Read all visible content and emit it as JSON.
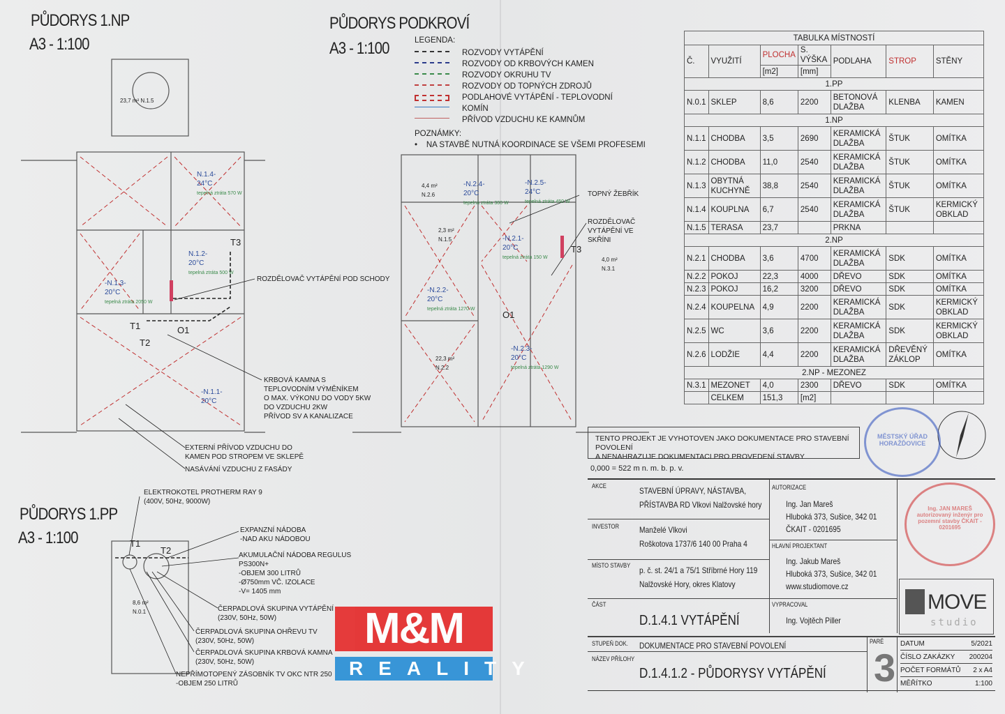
{
  "plans": {
    "np1": {
      "title": "PŮDORYS 1.NP",
      "scale": "A3 - 1:100",
      "rooms": [
        {
          "id": "N.1.4-",
          "temp": "24°C",
          "loss": "tepelná ztráta 570 W"
        },
        {
          "id": "N.1.2-",
          "temp": "20°C",
          "loss": "tepelná ztráta 500 W"
        },
        {
          "id": "-N.1.3-",
          "temp": "20°C",
          "loss": "tepelná ztráta 2050 W"
        },
        {
          "id": "-N.1.1-",
          "temp": "20°C",
          "loss": ""
        }
      ],
      "terrace": "23,7 m² N.1.5",
      "marks": [
        "T3",
        "T1",
        "T2",
        "O1"
      ]
    },
    "attic": {
      "title": "PŮDORYS PODKROVÍ",
      "scale": "A3 - 1:100",
      "rooms": [
        {
          "id": "-N.2.4-",
          "temp": "20°C",
          "loss": "tepelná ztráta 300 W"
        },
        {
          "id": "-N.2.5-",
          "temp": "24°C",
          "loss": "tepelná ztráta 450 W"
        },
        {
          "id": "-N.2.1-",
          "temp": "20°C",
          "loss": "tepelná ztráta 150 W"
        },
        {
          "id": "-N.2.2-",
          "temp": "20°C",
          "loss": "tepelná ztráta 1270 W"
        },
        {
          "id": "-N.2.3-",
          "temp": "20°C",
          "loss": "tepelná ztráta 1290 W"
        }
      ],
      "areas": [
        "4,4 m² N.2.6",
        "2,3 m² N.1.5",
        "22,3 m² N.2.2",
        "4,0 m² N.3.1"
      ],
      "marks": [
        "T3",
        "O1"
      ]
    },
    "pp1": {
      "title": "PŮDORYS 1.PP",
      "scale": "A3 - 1:100",
      "room": "8,6 m² N.0.1",
      "marks": [
        "T1",
        "T2"
      ]
    }
  },
  "legend": {
    "title": "LEGENDA:",
    "items": [
      {
        "label": "ROZVODY VYTÁPĚNÍ",
        "color": "#333333"
      },
      {
        "label": "ROZVODY OD KRBOVÝCH KAMEN",
        "color": "#2a3a8a"
      },
      {
        "label": "ROZVODY OKRUHU TV",
        "color": "#3a8a4a"
      },
      {
        "label": "ROZVODY OD TOPNÝCH ZDROJŮ",
        "color": "#c04040"
      },
      {
        "label": "PODLAHOVÉ VYTÁPĚNÍ - TEPLOVODNÍ",
        "color": "#c03030"
      },
      {
        "label": "KOMÍN",
        "color": "#3a7ac0"
      },
      {
        "label": "PŘÍVOD VZDUCHU KE KAMNŮM",
        "color": "#c06060"
      }
    ],
    "notes_title": "POZNÁMKY:",
    "notes": [
      "NA STAVBĚ NUTNÁ KOORDINACE SE VŠEMI PROFESEMI"
    ]
  },
  "annotations": {
    "rozdelovac_schody": "ROZDĚLOVAČ VYTÁPĚNÍ POD SCHODY",
    "kamna": [
      "KRBOVÁ KAMNA S",
      "TEPLOVODNÍM VÝMĚNÍKEM",
      "O MAX. VÝKONU DO VODY 5KW",
      "DO VZDUCHU 2KW",
      "PŘÍVOD SV A KANALIZACE"
    ],
    "externi": [
      "EXTERNÍ PŘÍVOD VZDUCHU DO",
      "KAMEN POD STROPEM VE SKLEPĚ"
    ],
    "nasavani": "NASÁVÁNÍ VZDUCHU Z FASÁDY",
    "topny_zebrik": "TOPNÝ ŽEBŘÍK",
    "rozdelovac_skrin": [
      "ROZDĚLOVAČ",
      "VYTÁPĚNÍ VE",
      "SKŘÍNI"
    ],
    "elektrokotel": [
      "ELEKTROKOTEL PROTHERM RAY 9",
      "(400V, 50Hz, 9000W)"
    ],
    "expanzni": [
      "EXPANZNÍ NÁDOBA",
      "-NAD AKU NÁDOBOU"
    ],
    "akumulacni": [
      "AKUMULAČNÍ NÁDOBA REGULUS",
      "PS300N+",
      "-OBJEM 300 LITRŮ",
      "-Ø750mm VČ. IZOLACE",
      "-V= 1405 mm"
    ],
    "cerp_vyt": [
      "ČERPADLOVÁ SKUPINA VYTÁPĚNÍ",
      "(230V, 50Hz, 50W)"
    ],
    "cerp_tv": [
      "ČERPADLOVÁ SKUPINA OHŘEVU TV",
      "(230V, 50Hz, 50W)"
    ],
    "cerp_krb": [
      "ČERPADLOVÁ SKUPINA KRBOVÁ KAMNA",
      "(230V, 50Hz, 50W)"
    ],
    "zasobnik": [
      "NEPŘÍMOTOPENÝ ZÁSOBNÍK TV OKC NTR 250",
      "-OBJEM 250 LITRŮ"
    ]
  },
  "room_table": {
    "title": "TABULKA MÍSTNOSTÍ",
    "headers": {
      "c": "Č.",
      "vyuziti": "VYUŽITÍ",
      "plocha": "PLOCHA",
      "plocha_unit": "[m2]",
      "vyska": "S. VÝŠKA",
      "vyska_unit": "[mm]",
      "podlaha": "PODLAHA",
      "strop": "STROP",
      "steny": "STĚNY"
    },
    "sections": [
      {
        "name": "1.PP",
        "rows": [
          [
            "N.0.1",
            "SKLEP",
            "8,6",
            "2200",
            "BETONOVÁ DLAŽBA",
            "KLENBA",
            "KAMEN"
          ]
        ]
      },
      {
        "name": "1.NP",
        "rows": [
          [
            "N.1.1",
            "CHODBA",
            "3,5",
            "2690",
            "KERAMICKÁ DLAŽBA",
            "ŠTUK",
            "OMÍTKA"
          ],
          [
            "N.1.2",
            "CHODBA",
            "11,0",
            "2540",
            "KERAMICKÁ DLAŽBA",
            "ŠTUK",
            "OMÍTKA"
          ],
          [
            "N.1.3",
            "OBYTNÁ KUCHYNĚ",
            "38,8",
            "2540",
            "KERAMICKÁ DLAŽBA",
            "ŠTUK",
            "OMÍTKA"
          ],
          [
            "N.1.4",
            "KOUPLNA",
            "6,7",
            "2540",
            "KERAMICKÁ DLAŽBA",
            "ŠTUK",
            "KERMICKÝ OBKLAD"
          ],
          [
            "N.1.5",
            "TERASA",
            "23,7",
            "",
            "PRKNA",
            "",
            ""
          ]
        ]
      },
      {
        "name": "2.NP",
        "rows": [
          [
            "N.2.1",
            "CHODBA",
            "3,6",
            "4700",
            "KERAMICKÁ DLAŽBA",
            "SDK",
            "OMÍTKA"
          ],
          [
            "N.2.2",
            "POKOJ",
            "22,3",
            "4000",
            "DŘEVO",
            "SDK",
            "OMÍTKA"
          ],
          [
            "N.2.3",
            "POKOJ",
            "16,2",
            "3200",
            "DŘEVO",
            "SDK",
            "OMÍTKA"
          ],
          [
            "N.2.4",
            "KOUPELNA",
            "4,9",
            "2200",
            "KERAMICKÁ DLAŽBA",
            "SDK",
            "KERMICKÝ OBKLAD"
          ],
          [
            "N.2.5",
            "WC",
            "3,6",
            "2200",
            "KERAMICKÁ DLAŽBA",
            "SDK",
            "KERMICKÝ OBKLAD"
          ],
          [
            "N.2.6",
            "LODŽIE",
            "4,4",
            "2200",
            "KERAMICKÁ DLAŽBA",
            "DŘEVĚNÝ ZÁKLOP",
            "OMÍTKA"
          ]
        ]
      },
      {
        "name": "2.NP - MEZONEZ",
        "rows": [
          [
            "N.3.1",
            "MEZONET",
            "4,0",
            "2300",
            "DŘEVO",
            "SDK",
            "OMÍTKA"
          ]
        ]
      }
    ],
    "total": {
      "label": "CELKEM",
      "area": "151,3",
      "unit": "[m2]"
    }
  },
  "watermark": {
    "line1": "M&M",
    "line2": "REALITY"
  },
  "disclaimer": [
    "TENTO PROJEKT JE VYHOTOVEN JAKO DOKUMENTACE PRO STAVEBNÍ POVOLENÍ",
    "A NENAHRAZUJE DOKUMENTACI PRO PROVEDENÍ STAVBY"
  ],
  "elevation": "0,000 = 522 m n. m. b. p. v.",
  "stamps": {
    "city": "MĚSTSKÝ ÚŘAD HORAŽĎOVICE",
    "engineer": "Ing. JAN MAREŠ autorizovaný inženýr pro pozemní stavby ČKAIT - 0201695"
  },
  "title_block": {
    "akce_label": "AKCE",
    "akce": [
      "STAVEBNÍ ÚPRAVY, NÁSTAVBA,",
      "PŘÍSTAVBA RD Vlkovi Nalžovské hory"
    ],
    "investor_label": "INVESTOR",
    "investor": [
      "Manželé Vlkovi",
      "Roškotova 1737/6 140 00 Praha 4"
    ],
    "misto_label": "MÍSTO STAVBY",
    "misto": [
      "p. č. st. 24/1 a 75/1 Stříbrné Hory 119",
      "Nalžovské Hory, okres Klatovy"
    ],
    "cast_label": "ČÁST",
    "cast": "D.1.4.1 VYTÁPĚNÍ",
    "autorizace_label": "AUTORIZACE",
    "autorizace": [
      "Ing. Jan Mareš",
      "Hluboká 373, Sušice, 342 01",
      "ČKAIT - 0201695"
    ],
    "projektant_label": "HLAVNÍ PROJEKTANT",
    "projektant": [
      "Ing. Jakub Mareš",
      "Hluboká 373, Sušice, 342 01",
      "www.studiomove.cz"
    ],
    "vypracoval_label": "VYPRACOVAL",
    "vypracoval": "Ing. Vojtěch Piller",
    "stupen_label": "STUPEŇ DOK.",
    "stupen": "DOKUMENTACE PRO STAVEBNÍ POVOLENÍ",
    "nazev_label": "NÁZEV PŘÍLOHY",
    "nazev": "D.1.4.1.2 - PŮDORYSY VYTÁPĚNÍ",
    "pare_label": "PARÉ",
    "pare": "3",
    "logo": {
      "main": "MOVE",
      "sub": "studio"
    },
    "meta": [
      {
        "k": "DATUM",
        "v": "5/2021"
      },
      {
        "k": "ČÍSLO ZAKÁZKY",
        "v": "200204"
      },
      {
        "k": "POČET FORMÁTŮ",
        "v": "2 x A4"
      },
      {
        "k": "MĚŘÍTKO",
        "v": "1:100"
      }
    ]
  }
}
